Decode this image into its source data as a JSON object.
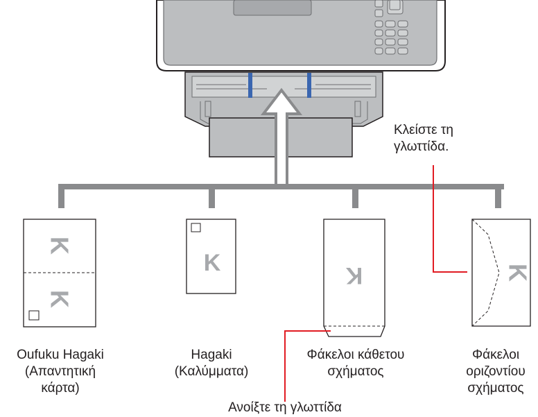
{
  "callouts": {
    "close_flap": [
      "Κλείστε τη",
      "γλωττίδα."
    ],
    "open_flap": "Ανοίξτε τη γλωττίδα"
  },
  "media": [
    {
      "id": "oufuku",
      "lines": [
        "Oufuku Hagaki",
        "(Απαντητική",
        "κάρτα)"
      ]
    },
    {
      "id": "hagaki",
      "lines": [
        "Hagaki",
        "(Καλύμματα)"
      ]
    },
    {
      "id": "portrait_envelope",
      "lines": [
        "Φάκελοι κάθετου",
        "σχήματος"
      ]
    },
    {
      "id": "landscape_envelope",
      "lines": [
        "Φάκελοι",
        "οριζοντίου",
        "σχήματος"
      ]
    }
  ],
  "glyph": "K",
  "colors": {
    "connector": "#8a8b8d",
    "callout_line": "#e11b22",
    "printer_body": "#bcbec0",
    "printer_dark": "#6d6e71",
    "guide_blue": "#3a66b0",
    "letter_gray": "#a7a9ac"
  }
}
